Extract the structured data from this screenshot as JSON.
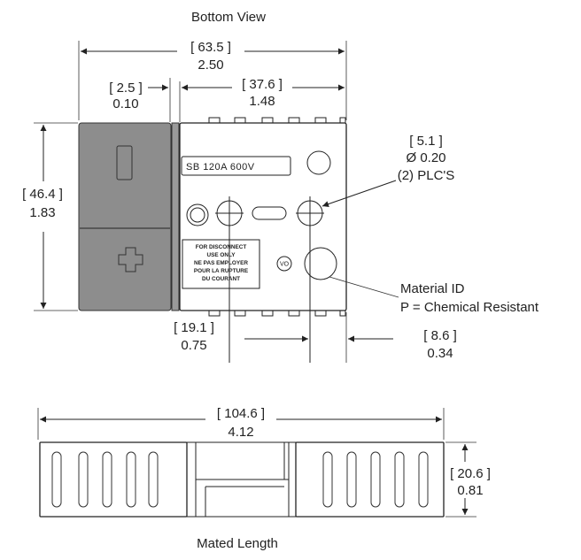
{
  "titles": {
    "bottom_view": "Bottom View",
    "mated_length": "Mated Length"
  },
  "housing": {
    "rating_text": "SB   120A   600V",
    "warning_lines": [
      "FOR DISCONNECT",
      "USE ONLY",
      "NE PAS EMPLOYER",
      "POUR LA RUPTURE",
      "DU COURANT"
    ],
    "vo_mark": "VO"
  },
  "dimensions": {
    "overall_width": {
      "mm": "[ 63.5 ]",
      "in": "2.50"
    },
    "offset": {
      "mm": "[ 2.5 ]",
      "in": "0.10"
    },
    "body_width": {
      "mm": "[ 37.6 ]",
      "in": "1.48"
    },
    "height": {
      "mm": "[ 46.4 ]",
      "in": "1.83"
    },
    "hole_spacing": {
      "mm": "[ 19.1 ]",
      "in": "0.75"
    },
    "edge_offset": {
      "mm": "[ 8.6 ]",
      "in": "0.34"
    },
    "mated_length": {
      "mm": "[ 104.6 ]",
      "in": "4.12"
    },
    "mated_height": {
      "mm": "[ 20.6 ]",
      "in": "0.81"
    }
  },
  "holes": {
    "mm": "[ 5.1 ]",
    "diameter": "Ø 0.20",
    "count": "(2) PLC'S"
  },
  "material": {
    "title": "Material ID",
    "note": "P =  Chemical Resistant"
  },
  "colors": {
    "line": "#222222",
    "housing_fill": "#8d8d8d",
    "background": "#ffffff"
  }
}
